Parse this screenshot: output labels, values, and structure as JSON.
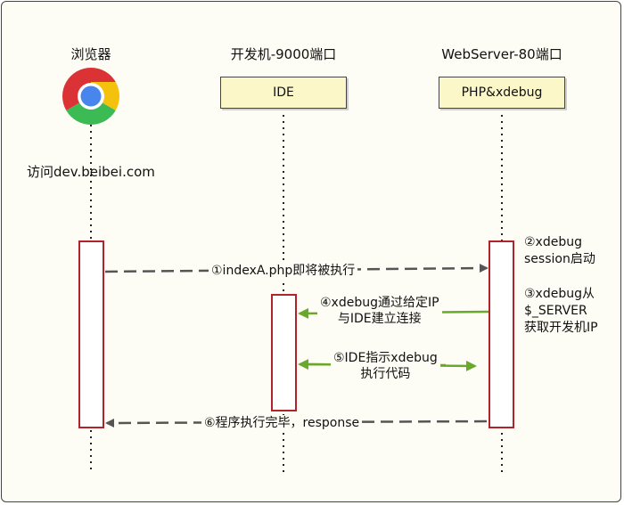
{
  "participants": {
    "browser": {
      "title": "浏览器",
      "caption": "访问dev.beibei.com"
    },
    "ide": {
      "title": "开发机-9000端口",
      "box": "IDE"
    },
    "webserver": {
      "title": "WebServer-80端口",
      "box": "PHP&xdebug"
    }
  },
  "messages": {
    "m1": "①indexA.php即将被执行",
    "m2_line1": "②xdebug",
    "m2_line2": "session启动",
    "m3_line1": "③xdebug从",
    "m3_line2": "$_SERVER",
    "m3_line3": "获取开发机IP",
    "m4_line1": "④xdebug通过给定IP",
    "m4_line2": "与IDE建立连接",
    "m5_line1": "⑤IDE指示xdebug",
    "m5_line2": "执行代码",
    "m6": "⑥程序执行完毕，response"
  },
  "colors": {
    "activation_border": "#b0232a",
    "green_arrow": "#6aa82c",
    "dashed_arrow": "#555555",
    "box_fill": "#fbf7c8"
  }
}
